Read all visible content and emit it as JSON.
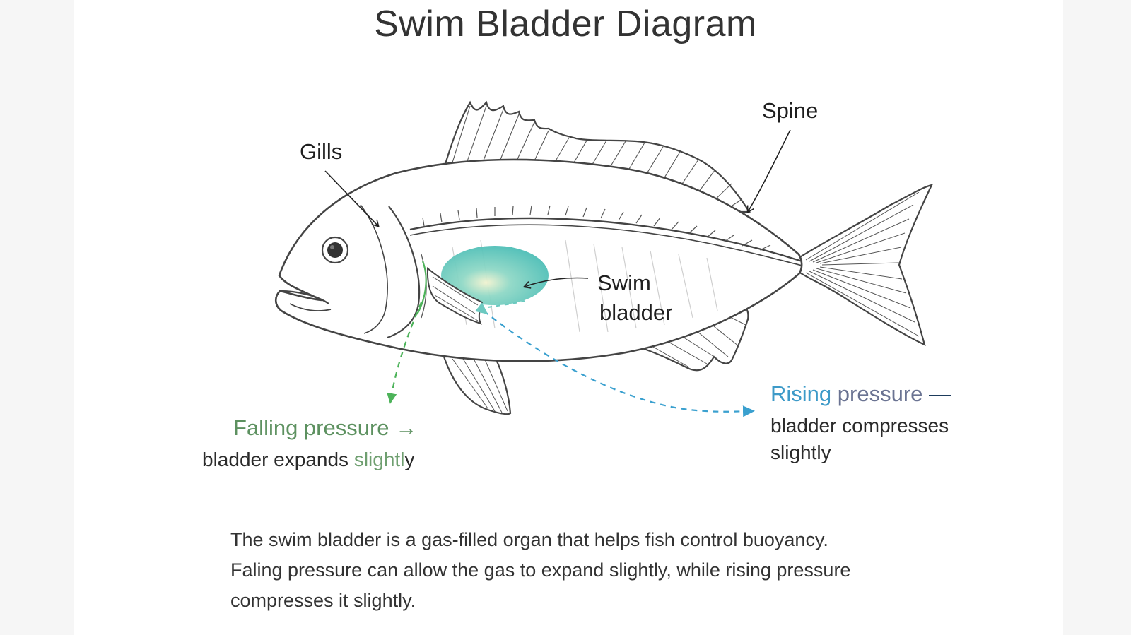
{
  "title": "Swim Bladder Diagram",
  "labels": {
    "gills": "Gills",
    "spine": "Spine",
    "swim_bladder_line1": "Swim",
    "swim_bladder_line2": "bladder"
  },
  "falling": {
    "title": "Falling pressure",
    "arrow": "→",
    "desc_main": "bladder expands ",
    "desc_accent": "slightl",
    "desc_end": "y"
  },
  "rising": {
    "word1": "Rising",
    "word2": "pressure",
    "dash": "—",
    "desc_line1": "bladder compresses",
    "desc_line2": "slightly"
  },
  "caption": {
    "line1": "The swim bladder is a gas-filled organ that helps fish control buoyancy.",
    "line2": "Faling pressure can allow the gas to expand slightly, while rising pressure",
    "line3": "compresses it slightly."
  },
  "colors": {
    "falling": "#5d9160",
    "rising": "#3d9ac8",
    "bladder": "#5cc6b8",
    "outline": "#444444"
  }
}
